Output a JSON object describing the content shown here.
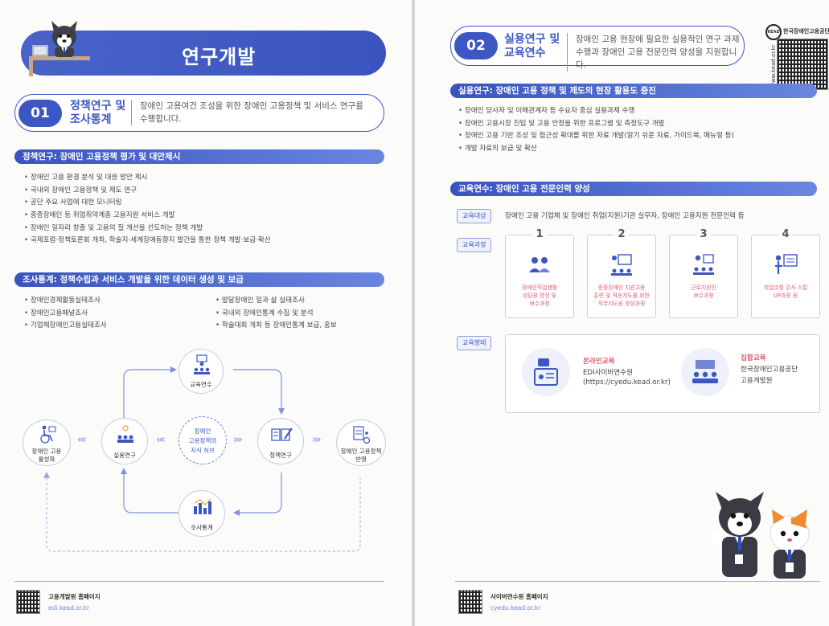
{
  "left": {
    "title": "연구개발",
    "sec01": {
      "num": "01",
      "name_l1": "정책연구 및",
      "name_l2": "조사통계",
      "desc_l1": "장애인 고용여건 조성을 위한 장애인 고용정책 및 서비스 연구를",
      "desc_l2": "수행합니다."
    },
    "policy": {
      "bar": "정책연구: 장애인 고용정책 평가 및 대안제시",
      "items": [
        "장애인 고용 환경 분석 및 대응 방안 제시",
        "국내외 장애인 고용정책 및 제도 연구",
        "공단 주요 사업에 대한 모니터링",
        "중증장애인 등 취업취약계층 고용지원 서비스 개발",
        "장애인 일자리 창출 및 고용의 질 개선을 선도하는 정책 개발",
        "국제포럼·정책토론회 개최, 학술지·세계장애동향지 발간을 통한 정책 개발·보급·확산"
      ]
    },
    "stats": {
      "bar": "조사통계: 정책수립과 서비스 개발을 위한 데이터 생성 및 보급",
      "col1": [
        "장애인경제활동실태조사",
        "장애인고용패널조사",
        "기업체장애인고용실태조사"
      ],
      "col2": [
        "발달장애인 일과 삶 실태조사",
        "국내외 장애인통계 수집 및 분석",
        "학술대회 개최 등 장애인통계 보급, 홍보"
      ]
    },
    "diagram": {
      "training": "교육연수",
      "practical": "실용연구",
      "hub_l1": "장애인",
      "hub_l2": "고용정책의",
      "hub_l3": "지식 허브",
      "policy": "정책연구",
      "stats": "조사통계",
      "activate_l1": "장애인 고용",
      "activate_l2": "활성화",
      "reflect_l1": "장애인 고용정책",
      "reflect_l2": "반영"
    },
    "footer": {
      "title": "고용개발원 홈페이지",
      "url": "edi.kead.or.kr"
    }
  },
  "right": {
    "sec02": {
      "num": "02",
      "name_l1": "실용연구 및",
      "name_l2": "교육연수",
      "desc_l1": "장애인 고용 현장에 필요한 실용적인 연구 과제",
      "desc_l2": "수행과 장애인 고용 전문인력 양성을 지원합니다."
    },
    "brand": {
      "logo": "KEAD",
      "org": "한국장애인고용공단",
      "site": "www.kead.or.kr"
    },
    "practical": {
      "bar": "실용연구: 장애인 고용 정책 및 제도의 현장 활용도 증진",
      "items": [
        "장애인 당사자 및 이해관계자 등 수요자 중심 실용과제 수행",
        "장애인 고용시장 진입 및 고용 안정을 위한 프로그램 및 측정도구 개발",
        "장애인 고용 기반 조성 및 접근성 확대를 위한 자료 개발(알기 쉬운 자료, 가이드북, 매뉴얼 등)",
        "개발 자료의 보급 및 확산"
      ]
    },
    "training": {
      "bar": "교육연수: 장애인 고용 전문인력 양성",
      "target_tag": "교육대상",
      "target_text": "장애인 고용 기업체 및 장애인 취업(지원)기관 실무자, 장애인 고용지원 전문인력 등",
      "course_tag": "교육과정",
      "courses": [
        {
          "num": "1",
          "l1": "장애인직업생활",
          "l2": "상담원 양성 및",
          "l3": "보수과정"
        },
        {
          "num": "2",
          "l1": "중증장애인 지원고용",
          "l2": "훈련 및 적응지도를 위한",
          "l3": "직무지도원 양성과정"
        },
        {
          "num": "3",
          "l1": "근로지원인",
          "l2": "보수과정",
          "l3": ""
        },
        {
          "num": "4",
          "l1": "취업코칭 강사 스킬",
          "l2": "UP과정 등",
          "l3": ""
        }
      ],
      "form_tag": "교육형태",
      "online_title": "온라인교육",
      "online_l1": "EDI사이버연수원",
      "online_l2": "(https://cyedu.kead.or.kr)",
      "offline_title": "집합교육",
      "offline_l1": "한국장애인고용공단",
      "offline_l2": "고용개발원"
    },
    "footer": {
      "title": "사이버연수원 홈페이지",
      "url": "cyedu.kead.or.kr"
    }
  }
}
